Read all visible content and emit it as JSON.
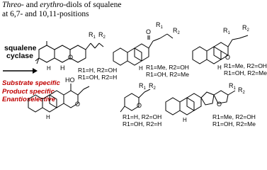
{
  "title": {
    "prefix_threo": "Threo-",
    "and": " and ",
    "erythro": "erythro",
    "rest": "-diols of squalene at 6,7- and 10,11-positions"
  },
  "enzyme": {
    "line1": "squalene",
    "line2": "cyclase"
  },
  "properties": [
    "Substrate specific",
    "Product specific",
    "Enantioselective"
  ],
  "colors": {
    "accent": "#c00000",
    "ink": "#000000"
  },
  "labels": {
    "R1": "R",
    "R1_sub": "1",
    "R2": "R",
    "R2_sub": "2",
    "O": "O",
    "H": "H",
    "HO": "HO",
    "tilde": "~"
  },
  "substituent_sets": {
    "a": [
      "R1=Me, R2=OH",
      "R1=OH, R2=Me"
    ],
    "b": [
      "R1=H, R2=OH",
      "R1=OH, R2=H"
    ]
  }
}
